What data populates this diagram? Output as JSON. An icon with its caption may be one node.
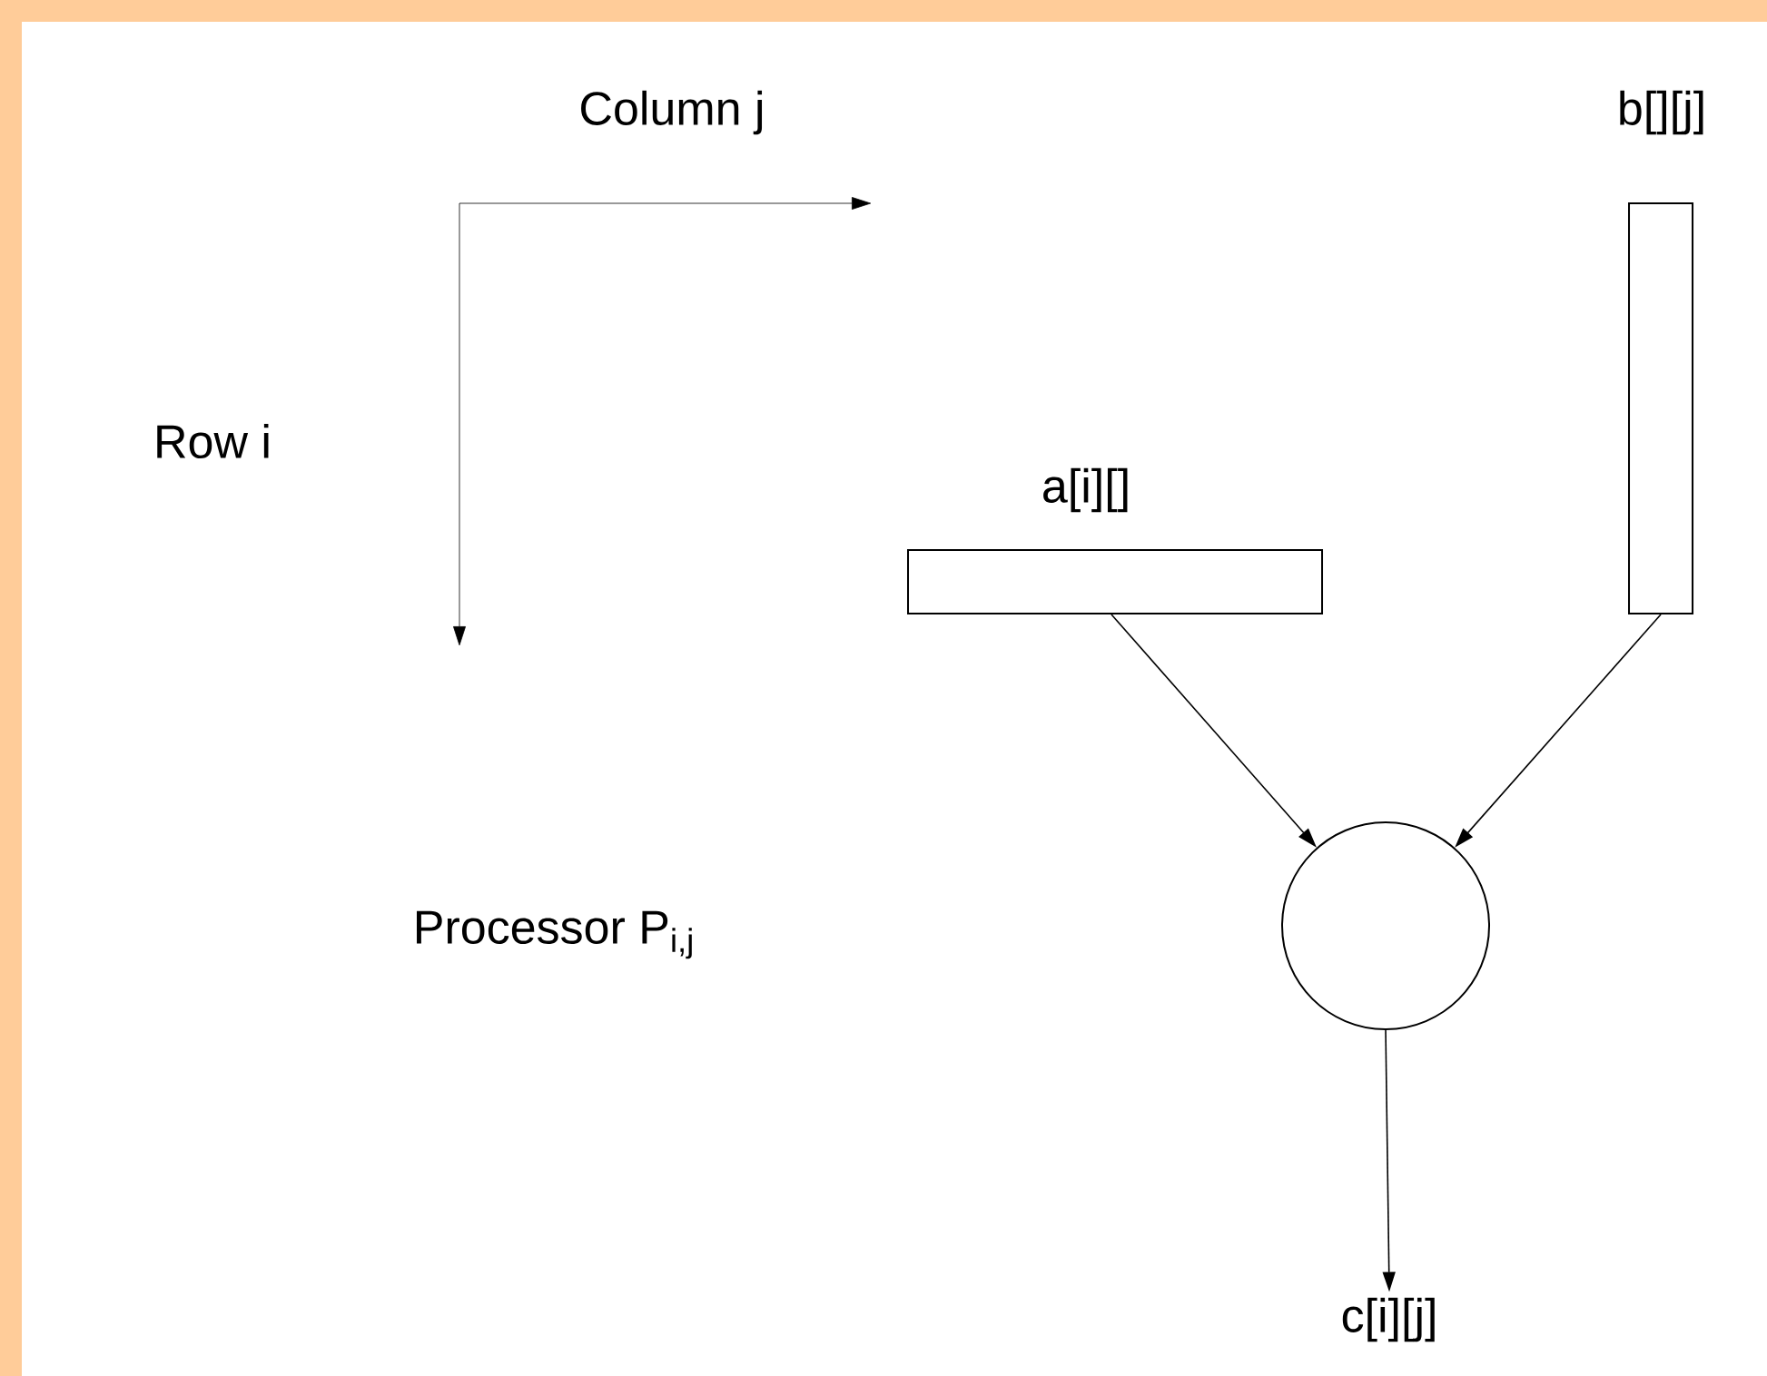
{
  "diagram": {
    "nodes": [
      {
        "text": [
          "b[][j]"
        ]
      },
      {
        "text": [
          "a[i][]"
        ]
      },
      {
        "text": [],
        "shape": "circle"
      },
      {
        "text": [
          "c[i][j]"
        ]
      }
    ],
    "edges": [
      {
        "from": 1,
        "to": 2,
        "arrow": "to"
      },
      {
        "from": 0,
        "to": 2,
        "arrow": "to"
      },
      {
        "from": 2,
        "to": 3,
        "arrow": "to"
      }
    ],
    "labels": [
      "Column j",
      "Row i",
      "Processor P$_{i,j}$"
    ]
  }
}
